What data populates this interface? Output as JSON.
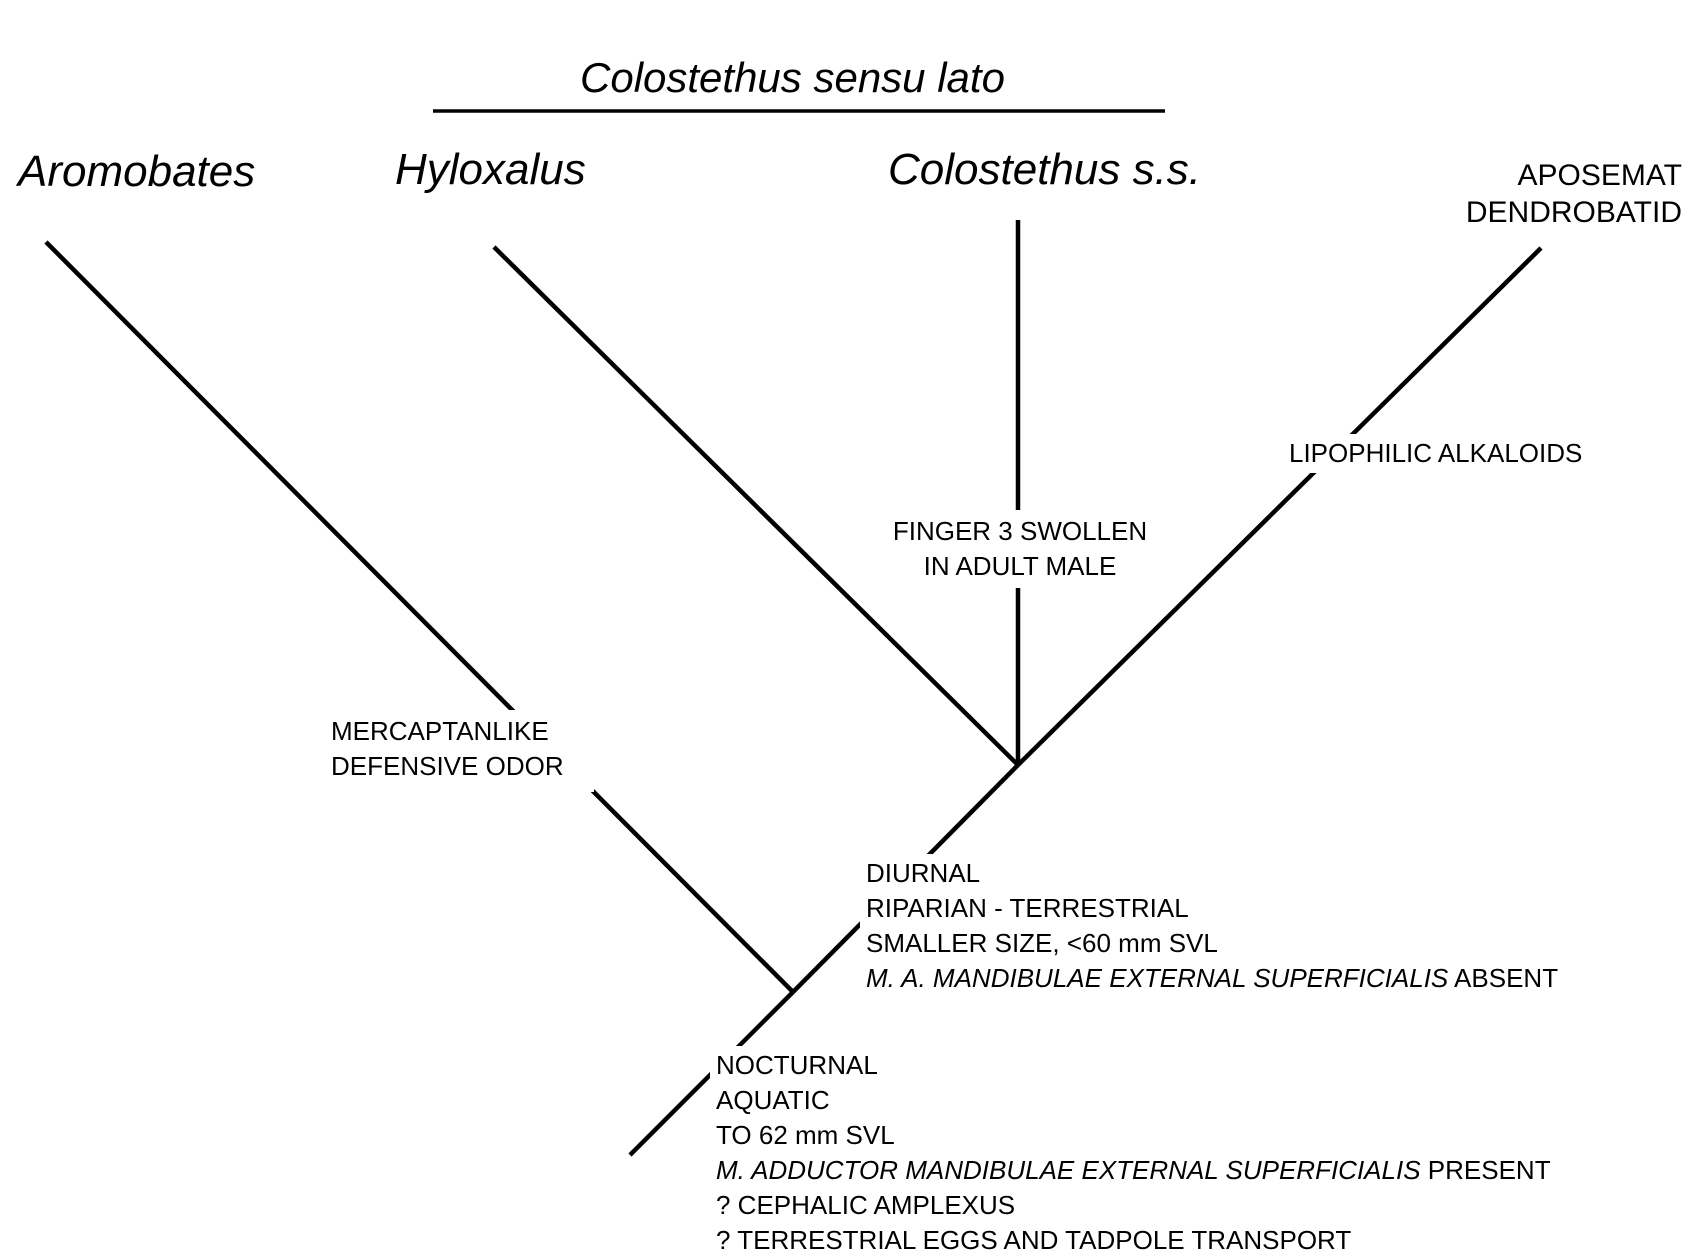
{
  "group_title": "Colostethus sensu lato",
  "taxa": {
    "aromobates": "Aromobates",
    "hyloxalus": "Hyloxalus",
    "colostethus_ss": "Colostethus s.s.",
    "aposematic_line1": "APOSEMAT",
    "aposematic_line2": "DENDROBATID"
  },
  "characters": {
    "lipophilic": "LIPOPHILIC ALKALOIDS",
    "finger": {
      "line1": "FINGER 3 SWOLLEN",
      "line2": "IN ADULT MALE"
    },
    "mercaptan": {
      "line1": "MERCAPTANLIKE",
      "line2": "DEFENSIVE ODOR"
    },
    "diurnal": {
      "line1": "DIURNAL",
      "line2": "RIPARIAN - TERRESTRIAL",
      "line3": "SMALLER SIZE, <60 mm SVL",
      "line4_italic": "M. A. MANDIBULAE EXTERNAL SUPERFICIALIS",
      "line4_rest": " ABSENT"
    },
    "nocturnal": {
      "line1": "NOCTURNAL",
      "line2": "AQUATIC",
      "line3": "TO 62 mm SVL",
      "line4_italic": "M. ADDUCTOR MANDIBULAE EXTERNAL SUPERFICIALIS",
      "line4_rest": " PRESENT",
      "line5": "? CEPHALIC AMPLEXUS",
      "line6": "? TERRESTRIAL EGGS AND TADPOLE TRANSPORT"
    }
  }
}
